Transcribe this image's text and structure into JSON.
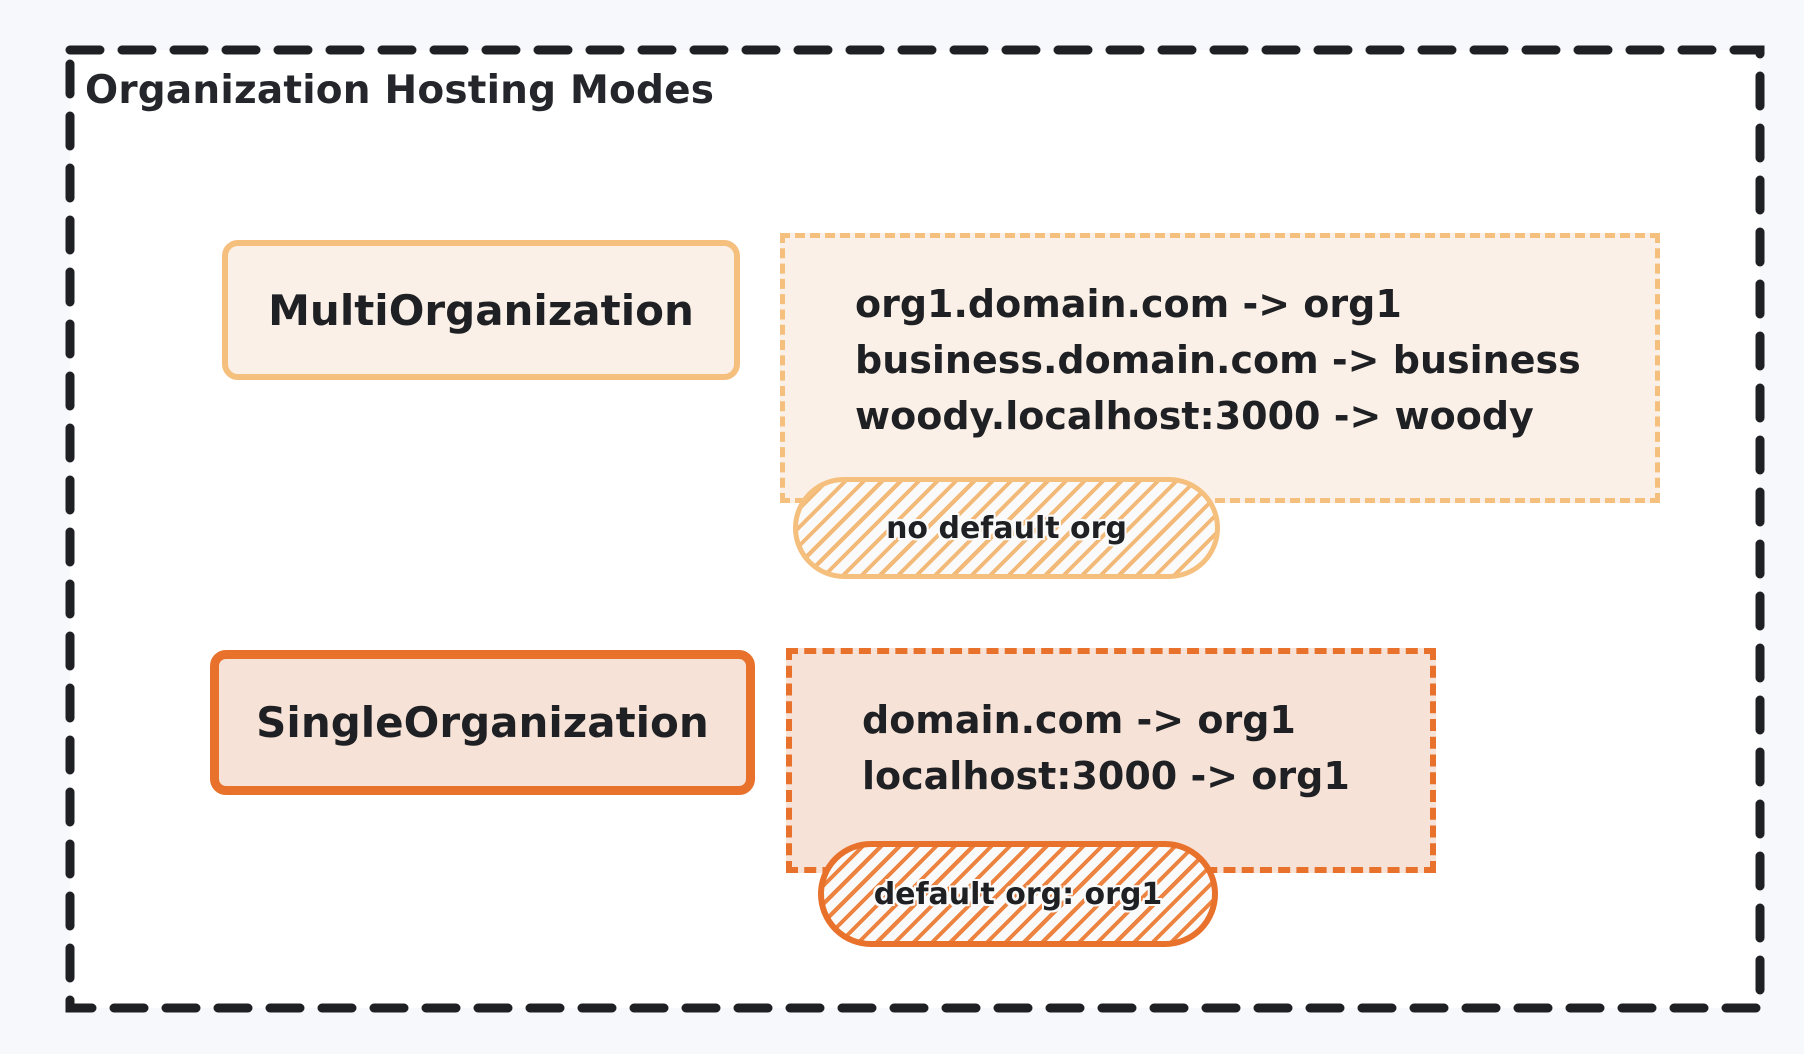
{
  "page": {
    "background_color": "#f7f8fc",
    "canvas_color": "#ffffff",
    "frame_border_color": "#1f2023"
  },
  "title": "Organization Hosting Modes",
  "palette": {
    "multi_border": "#f5bf7e",
    "multi_fill": "#faf0e7",
    "single_border": "#e8712c",
    "single_fill": "#f6e2d6",
    "text": "#1f2023"
  },
  "modes": [
    {
      "id": "multi-organization",
      "label": "MultiOrganization",
      "mappings": [
        "org1.domain.com -> org1",
        "business.domain.com -> business",
        "woody.localhost:3000 -> woody"
      ],
      "badge": "no default org"
    },
    {
      "id": "single-organization",
      "label": "SingleOrganization",
      "mappings": [
        "domain.com -> org1",
        "localhost:3000 -> org1"
      ],
      "badge": "default org: org1"
    }
  ]
}
